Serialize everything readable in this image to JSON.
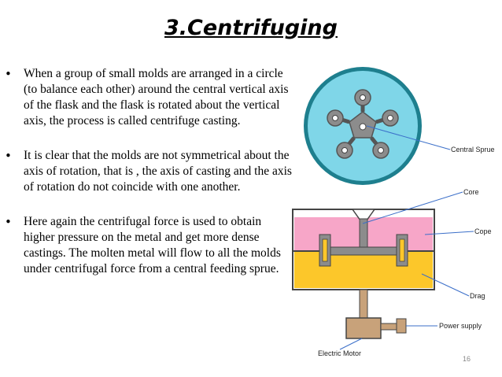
{
  "slide": {
    "title": "3.Centrifuging",
    "bullets": [
      "When a group of small molds are arranged in a circle (to balance each other) around the central vertical axis of the flask and the flask is rotated about the vertical axis, the process is called centrifuge casting.",
      "It is clear that the molds are not symmetrical about the axis of rotation, that is , the axis of casting and the axis of rotation do not coincide with one another.",
      "Here again the centrifugal force is used to obtain higher pressure on the metal and get more dense castings. The molten metal will flow to all the molds under centrifugal force from a central feeding sprue."
    ],
    "bullet_symbol": "•",
    "page_number": "16"
  },
  "diagram": {
    "labels": {
      "central_sprue": "Central Sprue",
      "core": "Core",
      "cope": "Cope",
      "drag": "Drag",
      "power_supply": "Power supply",
      "electric_motor": "Electric Motor"
    },
    "colors": {
      "plate": "#7fd6e8",
      "cope": "#f7a6c8",
      "drag": "#fcc72a",
      "mold_gray": "#8c8c8c",
      "motor": "#c8a27a",
      "pointer": "#3b6fc9"
    }
  }
}
